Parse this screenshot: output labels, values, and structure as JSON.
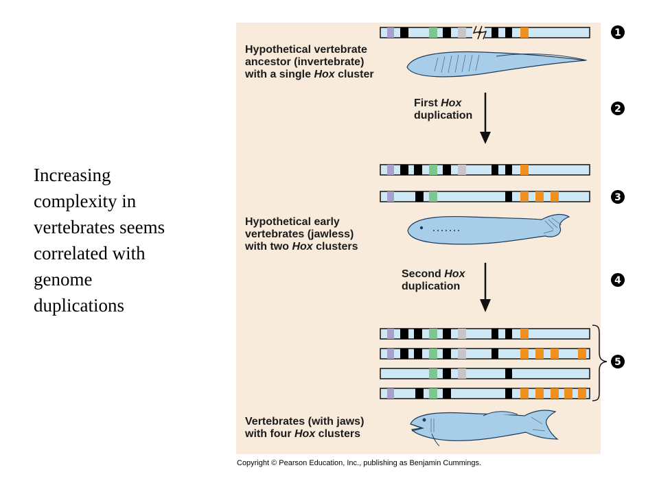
{
  "side_text": {
    "lines": [
      "Increasing",
      "complexity in",
      "vertebrates seems",
      "correlated with",
      "genome",
      "duplications"
    ]
  },
  "labels": {
    "ancestor": {
      "line1": "Hypothetical vertebrate",
      "line2": "ancestor (invertebrate)",
      "line3_pre": "with a single ",
      "line3_hox": "Hox",
      "line3_post": " cluster"
    },
    "first_dup": {
      "line1_pre": "First ",
      "line1_hox": "Hox",
      "line2": "duplication"
    },
    "early": {
      "line1": "Hypothetical early",
      "line2": "vertebrates (jawless)",
      "line3_pre": "with two ",
      "line3_hox": "Hox",
      "line3_post": " clusters"
    },
    "second_dup": {
      "line1_pre": "Second ",
      "line1_hox": "Hox",
      "line2": "duplication"
    },
    "jawed": {
      "line1": "Vertebrates (with jaws)",
      "line2_pre": "with four ",
      "line2_hox": "Hox",
      "line2_post": " clusters"
    }
  },
  "steps": [
    "1",
    "2",
    "3",
    "4",
    "5"
  ],
  "copyright": "Copyright © Pearson Education, Inc., publishing as Benjamin Cummings.",
  "colors": {
    "panel_bg": "#f8ebdb",
    "cluster_fill": "#cfe8f6",
    "gene_lavender": "#a8a0cc",
    "gene_black": "#000000",
    "gene_green": "#7cc68f",
    "gene_gray": "#c8c4c8",
    "gene_orange": "#f0901e",
    "fish_fill": "#a8cde8"
  },
  "icons": [
    "lightning-break-icon",
    "down-arrow-icon",
    "curly-brace-icon",
    "fish-icon"
  ]
}
